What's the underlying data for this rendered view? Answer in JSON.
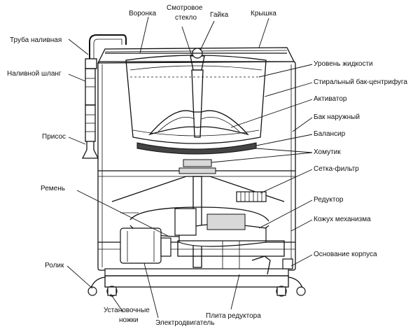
{
  "labels": {
    "voronka": "Воронка",
    "smotrovoe1": "Смотровое",
    "smotrovoe2": "стекло",
    "gayka": "Гайка",
    "kryshka": "Крышка",
    "truba": "Труба наливная",
    "shlang": "Наливной шланг",
    "prisos": "Присос",
    "uroven": "Уровень жидкости",
    "bak_centrifuga": "Стиральный бак-центрифуга",
    "aktivator": "Активатор",
    "bak_naruzhny": "Бак наружный",
    "balansir": "Балансир",
    "homutik": "Хомутик",
    "setka": "Сетка-фильтр",
    "remen": "Ремень",
    "reduktor": "Редуктор",
    "kozhuh": "Кожух механизма",
    "osnovanie": "Основание корпуса",
    "rolik": "Ролик",
    "nozhki1": "Установочные",
    "nozhki2": "ножки",
    "elektrodvigatel": "Электродвигатель",
    "plita": "Плита редуктора"
  }
}
